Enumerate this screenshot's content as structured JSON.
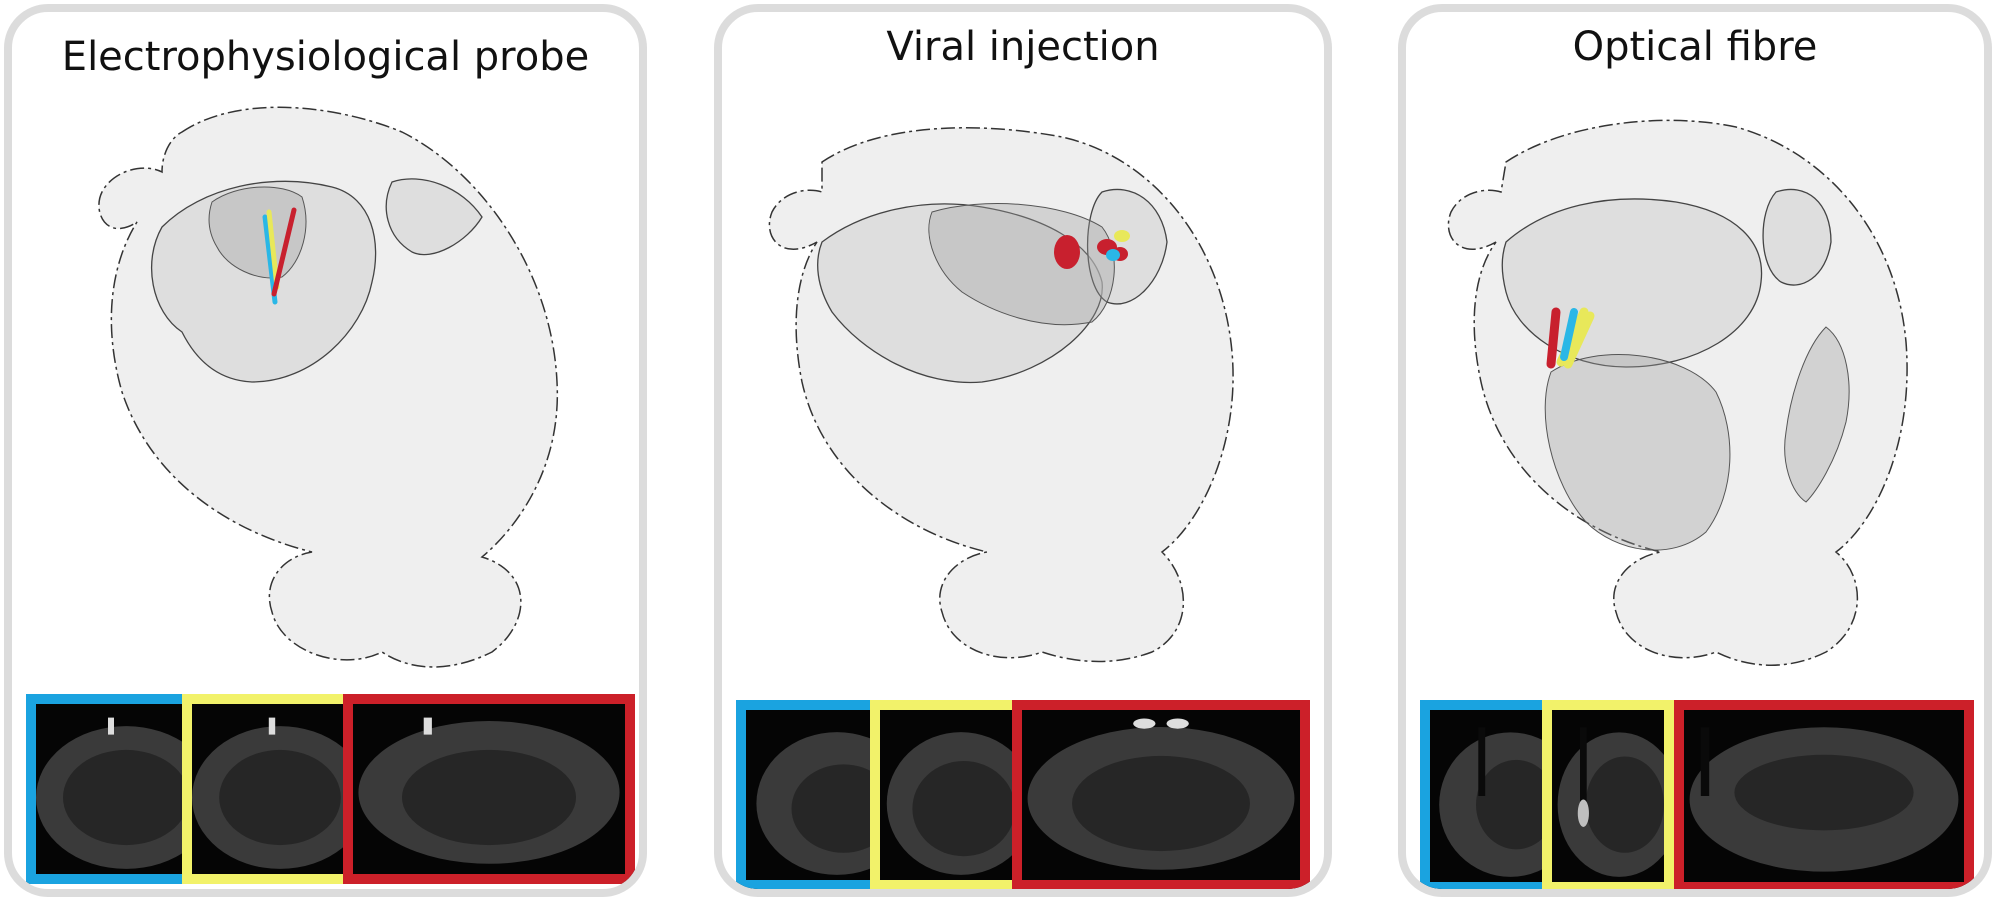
{
  "panels": [
    {
      "title": "Electrophysiological probe",
      "object_colors": [
        "#2ab7e6",
        "#e8e85a",
        "#c8202e"
      ],
      "object_type": "probe tracks",
      "section_frames": [
        "#1aa3e0",
        "#f2f26a",
        "#cc2029"
      ]
    },
    {
      "title": "Viral injection",
      "object_colors": [
        "#2ab7e6",
        "#e8e85a",
        "#c8202e"
      ],
      "object_type": "injection sites",
      "section_frames": [
        "#1aa3e0",
        "#f2f26a",
        "#cc2029"
      ]
    },
    {
      "title": "Optical fibre",
      "object_colors": [
        "#2ab7e6",
        "#e8e85a",
        "#c8202e"
      ],
      "object_type": "fibre tracks",
      "section_frames": [
        "#1aa3e0",
        "#f2f26a",
        "#cc2029"
      ]
    }
  ],
  "panel_frame_color": "#dcdcdc",
  "brain_mesh_color": "#f2f2f2"
}
